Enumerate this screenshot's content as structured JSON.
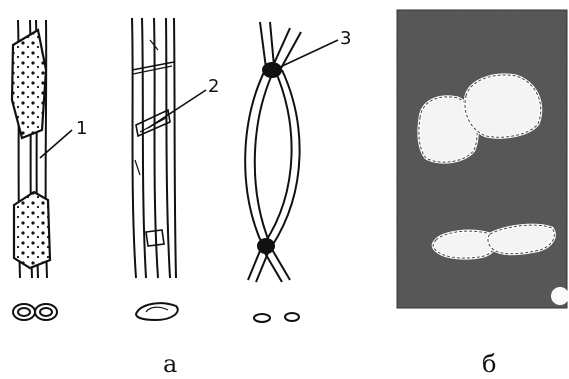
{
  "callouts": [
    {
      "id": "1",
      "label": "1"
    },
    {
      "id": "2",
      "label": "2"
    },
    {
      "id": "3",
      "label": "3"
    }
  ],
  "captions": {
    "left": "а",
    "right": "б"
  }
}
